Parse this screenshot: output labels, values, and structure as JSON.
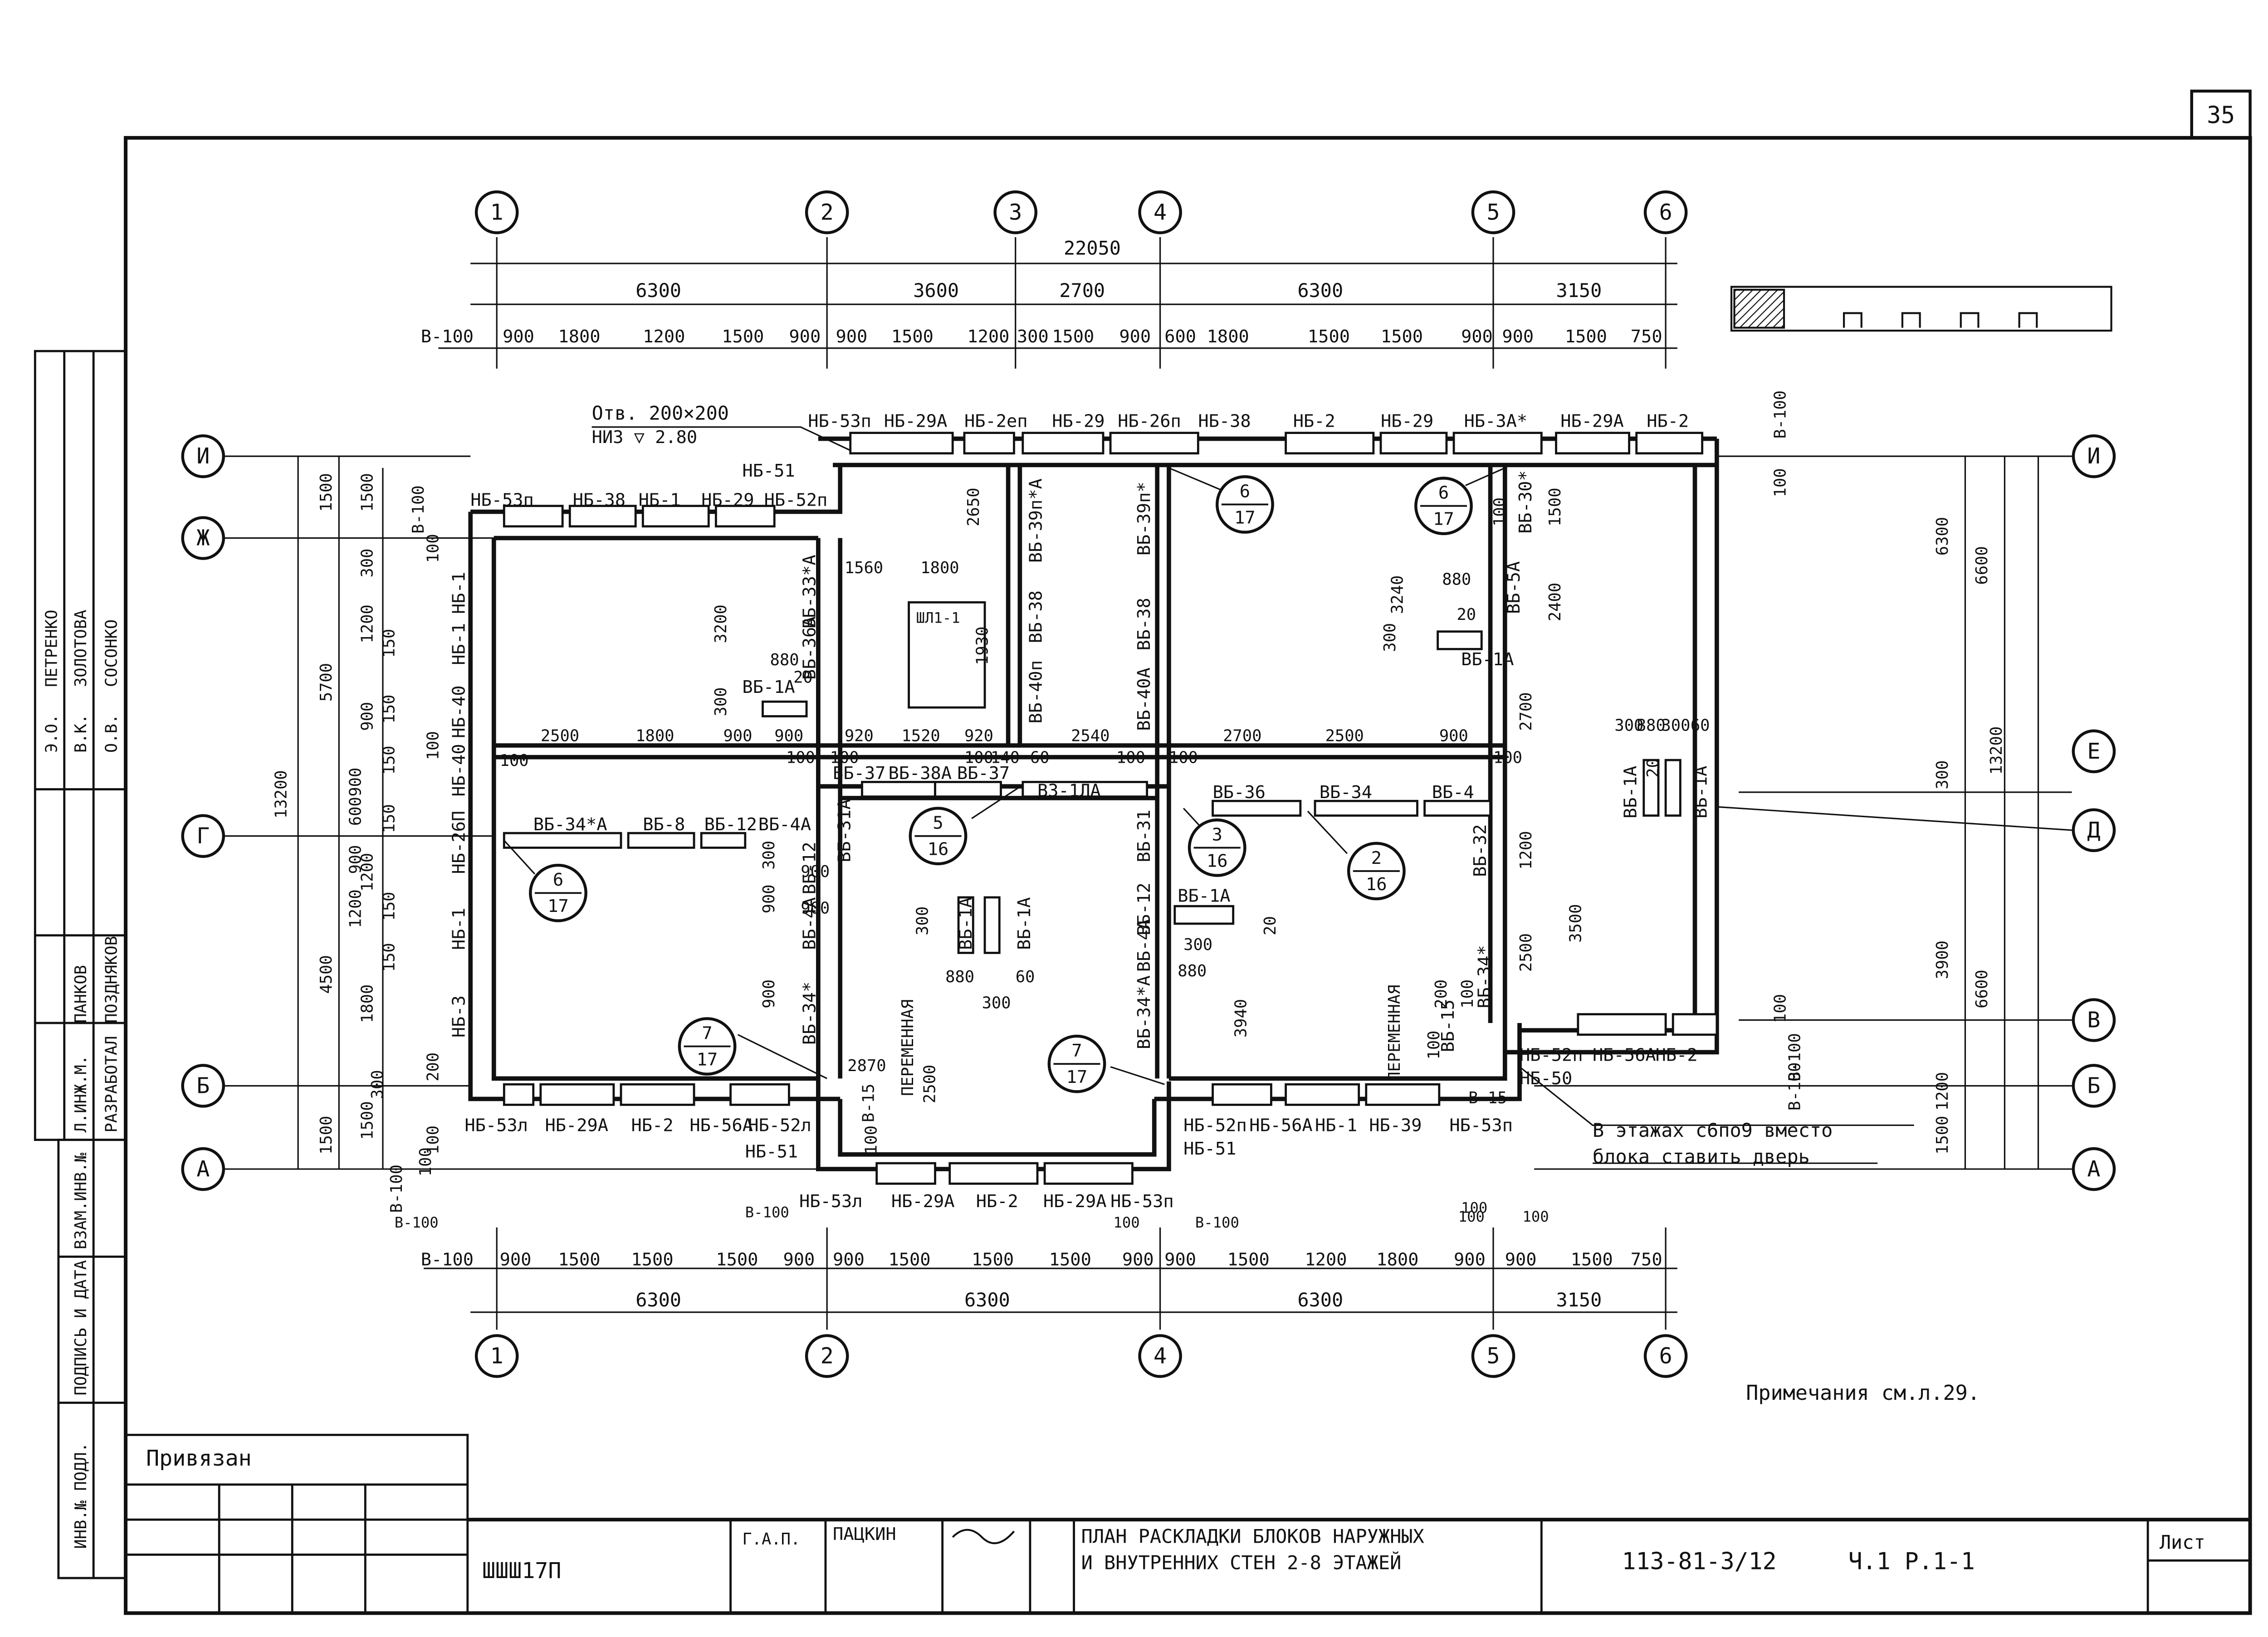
{
  "sheet_number": "35",
  "axes": {
    "top": [
      "1",
      "2",
      "3",
      "4",
      "5",
      "6"
    ],
    "bottom": [
      "1",
      "2",
      "4",
      "5",
      "6"
    ],
    "left": [
      "И",
      "Ж",
      "Г",
      "Б",
      "А"
    ],
    "right": [
      "И",
      "Е",
      "Д",
      "В",
      "Б",
      "А"
    ]
  },
  "dims_top": {
    "overall": "22050",
    "row1": [
      "6300",
      "3600",
      "2700",
      "6300",
      "3150"
    ],
    "row2": [
      "В-100",
      "900",
      "1800",
      "1200",
      "1500",
      "900",
      "900",
      "1500",
      "1200",
      "300",
      "1500",
      "900",
      "600",
      "1800",
      "1500",
      "1500",
      "900",
      "900",
      "1500",
      "750"
    ],
    "extra": [
      "В-100"
    ]
  },
  "dims_bottom": {
    "row1": [
      "В-100",
      "900",
      "1500",
      "1500",
      "1500",
      "900",
      "900",
      "1500",
      "1500",
      "1500",
      "900",
      "900",
      "1500",
      "1200",
      "1800",
      "900",
      "900",
      "1500",
      "750"
    ],
    "row2": [
      "6300",
      "6300",
      "6300",
      "3150"
    ],
    "extra": [
      "В-100",
      "В-100",
      "100",
      "100",
      "100",
      "100",
      "В-100"
    ]
  },
  "dims_left": [
    "13200",
    "1500",
    "5700",
    "4500",
    "1500",
    "1500",
    "1200",
    "300",
    "1200",
    "900",
    "150",
    "150",
    "900",
    "900",
    "600",
    "1200",
    "1500",
    "1800",
    "150",
    "150",
    "150",
    "150",
    "В-100",
    "100",
    "300",
    "В-100",
    "100",
    "100"
  ],
  "dims_right": [
    "13200",
    "6600",
    "6300",
    "300",
    "3900",
    "6600",
    "1200",
    "1500",
    "1500",
    "3240",
    "2400",
    "2700",
    "1200",
    "3500",
    "2500",
    "100",
    "В-100",
    "100",
    "100",
    "В-100"
  ],
  "interior_dims": [
    "2500",
    "1800",
    "900",
    "900",
    "920",
    "1520",
    "920",
    "2540",
    "2700",
    "2500",
    "900",
    "100",
    "100",
    "100",
    "100",
    "140",
    "60",
    "100",
    "100",
    "100",
    "1560",
    "1800",
    "3200",
    "2650",
    "1930",
    "300",
    "880",
    "20",
    "880",
    "20",
    "300",
    "880",
    "20",
    "300",
    "300",
    "60",
    "300",
    "880",
    "300",
    "60",
    "300",
    "880",
    "20",
    "300",
    "900",
    "900",
    "900",
    "900",
    "2500",
    "3940",
    "2870",
    "100",
    "200",
    "100",
    "В-15",
    "В-15",
    "200",
    "100",
    "100"
  ],
  "wall_blocks_outer": [
    "НБ-53п",
    "НБ-29А",
    "НБ-2еп",
    "НБ-29",
    "НБ-26п",
    "НБ-38",
    "НБ-2",
    "НБ-29",
    "НБ-3А*",
    "НБ-29А",
    "НБ-2",
    "НБ-53п",
    "НБ-38",
    "НБ-1",
    "НБ-29",
    "НБ-52п",
    "НБ-51",
    "НБ-1",
    "НБ-1",
    "НБ-40",
    "НБ-40",
    "НБ-26П",
    "НБ-1",
    "НБ-3",
    "НБ-53л",
    "НБ-29А",
    "НБ-2",
    "НБ-56А",
    "НБ-52л",
    "НБ-51",
    "НБ-53л",
    "НБ-29А",
    "НБ-2",
    "НБ-29А",
    "НБ-53п",
    "НБ-52п",
    "НБ-56А",
    "НБ-1",
    "НБ-39",
    "НБ-53п",
    "НБ-51",
    "НБ-52п",
    "НБ-50",
    "НБ-56А",
    "НБ-2"
  ],
  "wall_blocks_inner": [
    "ВБ-39п*А",
    "ВБ-39п*",
    "ВБ-30*",
    "ВБ-33*А",
    "ВБ-36А",
    "ВБ-38",
    "ВБ-40п",
    "ВБ-38",
    "ВБ-40А",
    "ВБ-5А",
    "ВБ-1А",
    "ВБ-1А",
    "ВБ-37",
    "ВБ-38А",
    "ВБ-37",
    "ВЗ-1ЛА",
    "ВБ-36",
    "ВБ-34",
    "ВБ-4",
    "ВБ-34*А",
    "ВБ-8",
    "ВБ-12",
    "ВБ-4А",
    "ВБ-31А",
    "ВБ-12",
    "ВБ-4А",
    "ВБ-34*",
    "ВБ-31",
    "ВБ-12",
    "ВБ-4А",
    "ВБ-34*А",
    "ВБ-1А",
    "ВБ-1А",
    "ВБ-1А",
    "ВБ-1А",
    "ВБ-1А",
    "ВБ-32",
    "ВБ-34*",
    "ВБ-15"
  ],
  "callouts": [
    {
      "top": "6",
      "bottom": "17"
    },
    {
      "top": "6",
      "bottom": "17"
    },
    {
      "top": "5",
      "bottom": "16"
    },
    {
      "top": "3",
      "bottom": "16"
    },
    {
      "top": "2",
      "bottom": "16"
    },
    {
      "top": "6",
      "bottom": "17"
    },
    {
      "top": "7",
      "bottom": "17"
    },
    {
      "top": "7",
      "bottom": "17"
    }
  ],
  "opening_note": {
    "line1": "Отв. 200×200",
    "line2": "НИЗ ▽ 2.80"
  },
  "shaft_label": "ШЛ1-1",
  "variable_labels": [
    "ПЕРЕМЕННАЯ",
    "ПЕРЕМЕННАЯ"
  ],
  "door_note": {
    "line1": "В этажах с6по9 вместо",
    "line2": "блока ставить дверь"
  },
  "notes_ref": "Примечания см.л.29.",
  "privyazan": "Привязан",
  "stamp_left": {
    "people": [
      {
        "role": "Э.О.",
        "name": "ПЕТРЕНКО"
      },
      {
        "role": "В.К.",
        "name": "ЗОЛОТОВА"
      },
      {
        "role": "О.В.",
        "name": "СОСОНКО"
      },
      {
        "role": "",
        "name": "ПАНКОВ"
      },
      {
        "role": "Л.ИНЖ.М.",
        "name": ""
      },
      {
        "role": "РАЗРАБОТАЛ",
        "name": "ПОЗДНЯКОВ"
      }
    ],
    "margin_labels": [
      "ВЗАМ.ИНВ.№",
      "ПОДПИСЬ И ДАТА",
      "ИНВ.№ ПОДЛ."
    ]
  },
  "title_block": {
    "code_stamp": "ШШШ17П",
    "role_gap": "Г.А.П.",
    "name_gap": "ПАЦКИН",
    "title_line1": "ПЛАН РАСКЛАДКИ БЛОКОВ НАРУЖНЫХ",
    "title_line2": "И ВНУТРЕННИХ СТЕН 2-8 ЭТАЖЕЙ",
    "doc_code": "113-81-3/12",
    "part": "Ч.1 Р.1-1",
    "sheet_label": "Лист"
  }
}
